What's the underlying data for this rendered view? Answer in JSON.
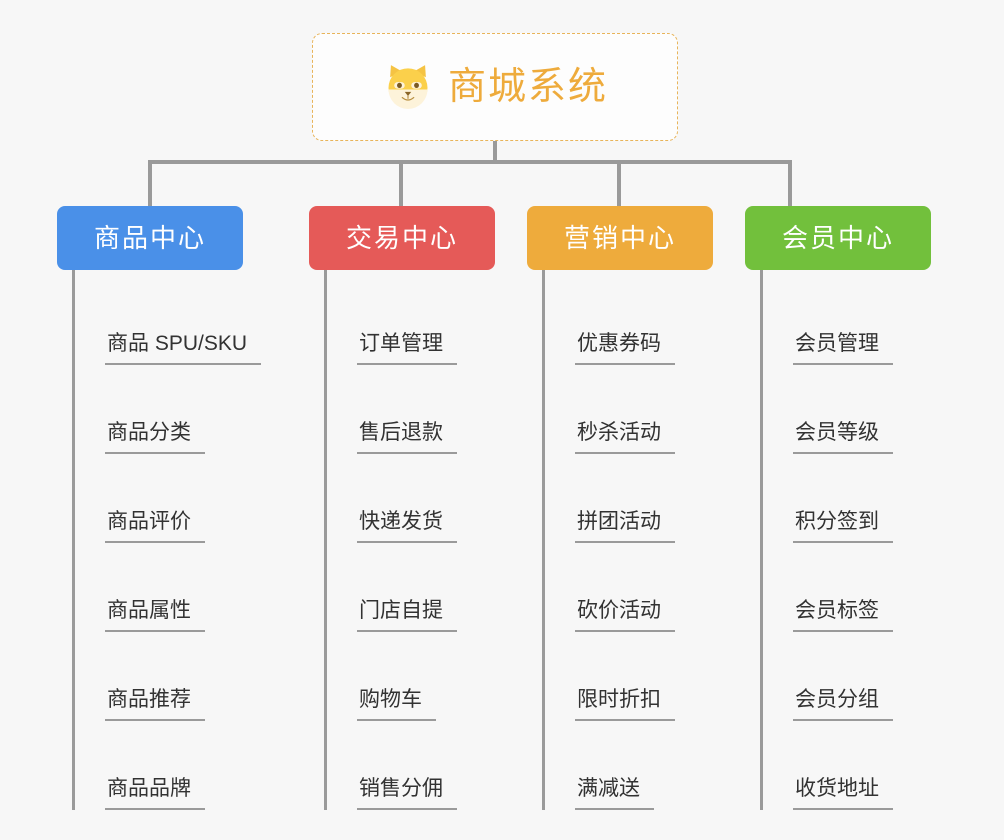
{
  "diagram": {
    "type": "mind-map",
    "background_color": "#f7f7f7",
    "root": {
      "title": "商城系统",
      "icon": "shiba-dog-emoji",
      "border_color": "#e8b45a",
      "text_color": "#eeab3c"
    },
    "connector_color": "#9a9a9a",
    "branches": [
      {
        "label": "商品中心",
        "color": "#4a90e8",
        "items": [
          "商品 SPU/SKU",
          "商品分类",
          "商品评价",
          "商品属性",
          "商品推荐",
          "商品品牌"
        ]
      },
      {
        "label": "交易中心",
        "color": "#e55a58",
        "items": [
          "订单管理",
          "售后退款",
          "快递发货",
          "门店自提",
          "购物车",
          "销售分佣"
        ]
      },
      {
        "label": "营销中心",
        "color": "#eeab3c",
        "items": [
          "优惠券码",
          "秒杀活动",
          "拼团活动",
          "砍价活动",
          "限时折扣",
          "满减送"
        ]
      },
      {
        "label": "会员中心",
        "color": "#72c03c",
        "items": [
          "会员管理",
          "会员等级",
          "积分签到",
          "会员标签",
          "会员分组",
          "收货地址"
        ]
      }
    ]
  }
}
